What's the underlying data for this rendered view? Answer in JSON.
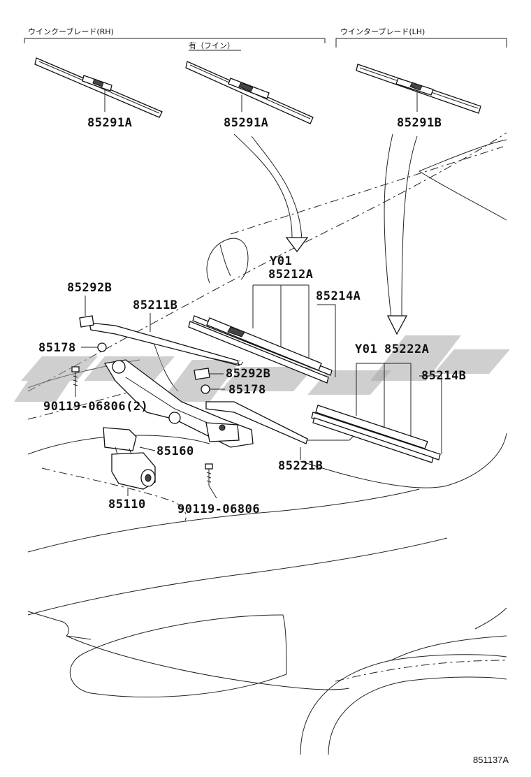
{
  "headers": {
    "blade_rh": "ウインクーブレード(RH)",
    "blade_note": "有（フイン）",
    "blade_lh": "ウインターブレード(LH)"
  },
  "parts": {
    "p85291A_1": "85291A",
    "p85291A_2": "85291A",
    "p85291B": "85291B",
    "y01_rh": "Y01",
    "p85212A": "85212A",
    "p85214A": "85214A",
    "p85292B_1": "85292B",
    "p85211B": "85211B",
    "p85178_1": "85178",
    "p85292B_2": "85292B",
    "p85178_2": "85178",
    "p90119_06806_2": "90119-06806(2)",
    "p85160": "85160",
    "p85110": "85110",
    "p90119_06806": "90119-06806",
    "p85221B": "85221B",
    "y01_lh": "Y01",
    "p85222A": "85222A",
    "p85214B": "85214B"
  },
  "figure_code": "851137A"
}
